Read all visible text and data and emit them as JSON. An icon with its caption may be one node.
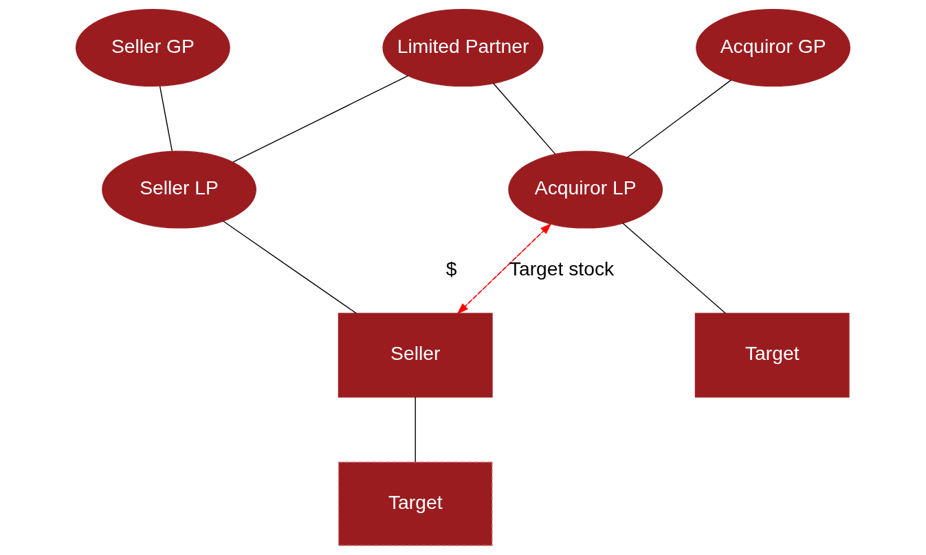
{
  "diagram": {
    "nodes": [
      {
        "text": [
          "Seller GP"
        ]
      },
      {
        "text": [
          "Limited Partner"
        ]
      },
      {
        "text": [
          "Acquiror GP"
        ]
      },
      {
        "text": [
          "Seller LP"
        ]
      },
      {
        "text": [
          "Acquiror LP"
        ]
      },
      {
        "text": [
          "Seller"
        ]
      },
      {
        "text": [
          "Target"
        ]
      },
      {
        "text": [
          "Target"
        ]
      }
    ],
    "edges": [
      {
        "from": 0,
        "to": 3,
        "arrow": "none"
      },
      {
        "from": 1,
        "to": 3,
        "arrow": "none"
      },
      {
        "from": 1,
        "to": 4,
        "arrow": "none"
      },
      {
        "from": 2,
        "to": 4,
        "arrow": "none"
      },
      {
        "from": 3,
        "to": 5,
        "arrow": "none"
      },
      {
        "from": 4,
        "to": 6,
        "arrow": "none"
      },
      {
        "from": 5,
        "to": 7,
        "arrow": "none"
      },
      {
        "from": 5,
        "to": 4,
        "arrow": "to",
        "label": "Target stock",
        "style": "dashed",
        "color": "#ff0000"
      },
      {
        "from": 4,
        "to": 5,
        "arrow": "to",
        "label": "$",
        "style": "dashed",
        "color": "#ff0000"
      }
    ]
  }
}
